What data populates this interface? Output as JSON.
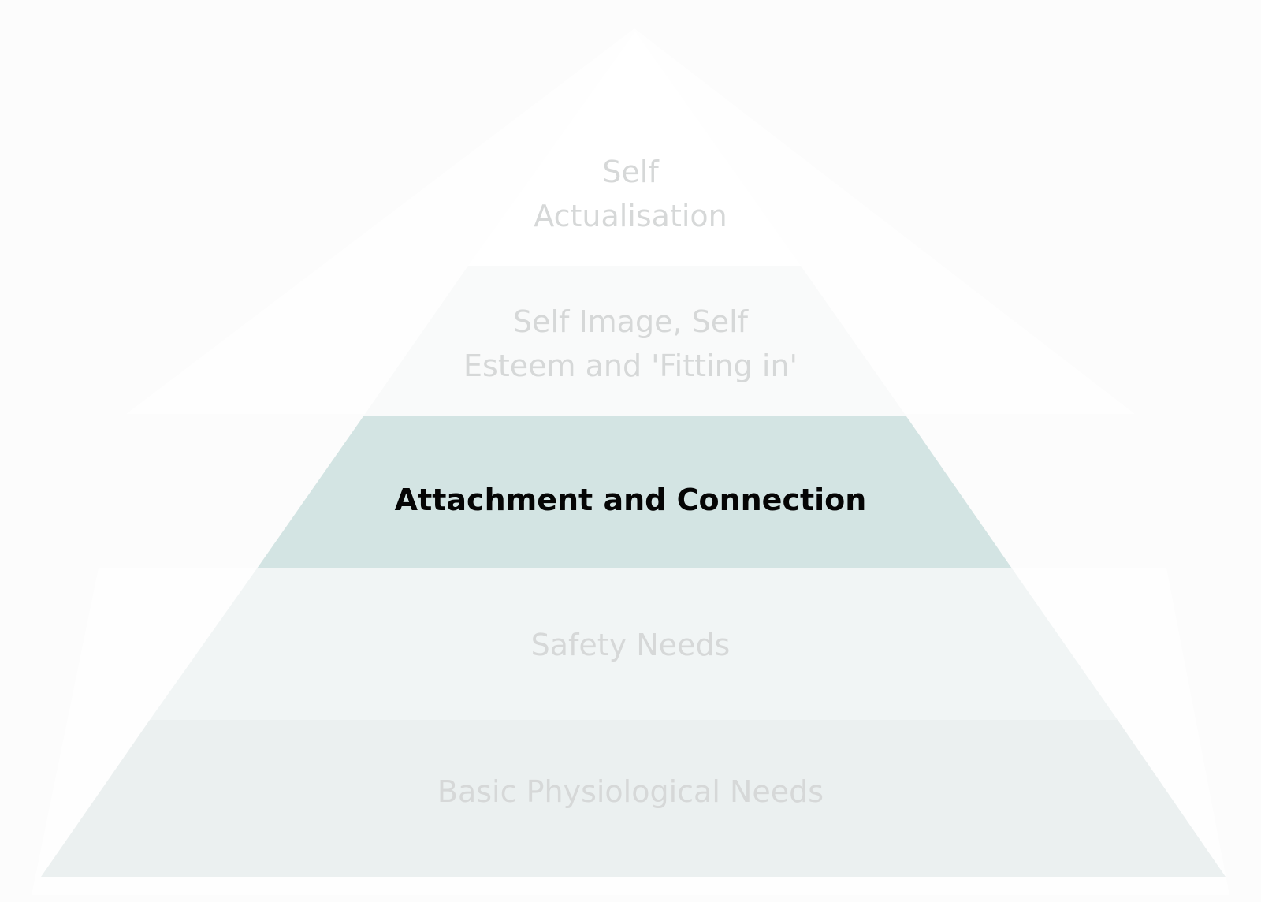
{
  "levels": [
    {
      "label": "Self\nActualisation",
      "fill": "#ffffff",
      "highlighted": false
    },
    {
      "label": "Self Image, Self\nEsteem and 'Fitting in'",
      "fill": "#f9fafa",
      "highlighted": false
    },
    {
      "label": "Attachment and Connection",
      "fill": "#d3e4e3",
      "highlighted": true
    },
    {
      "label": "Safety Needs",
      "fill": "#f1f5f5",
      "highlighted": false
    },
    {
      "label": "Basic Physiological Needs",
      "fill": "#ebf0f0",
      "highlighted": false
    }
  ],
  "colors": {
    "background": "#fcfcfc",
    "faded_text": "#d6d8d8",
    "active_text": "#050505"
  }
}
